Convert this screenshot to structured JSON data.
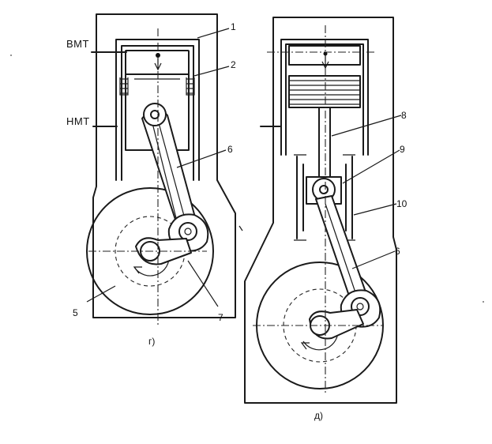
{
  "diagram_a": {
    "label_top_dead_center": "ВМТ",
    "label_bottom_dead_center": "НМТ",
    "callouts": [
      "1",
      "2",
      "6",
      "5",
      "7"
    ],
    "caption": "г)"
  },
  "diagram_b": {
    "callouts": [
      "8",
      "9",
      "10",
      "6"
    ],
    "caption": "д)"
  }
}
